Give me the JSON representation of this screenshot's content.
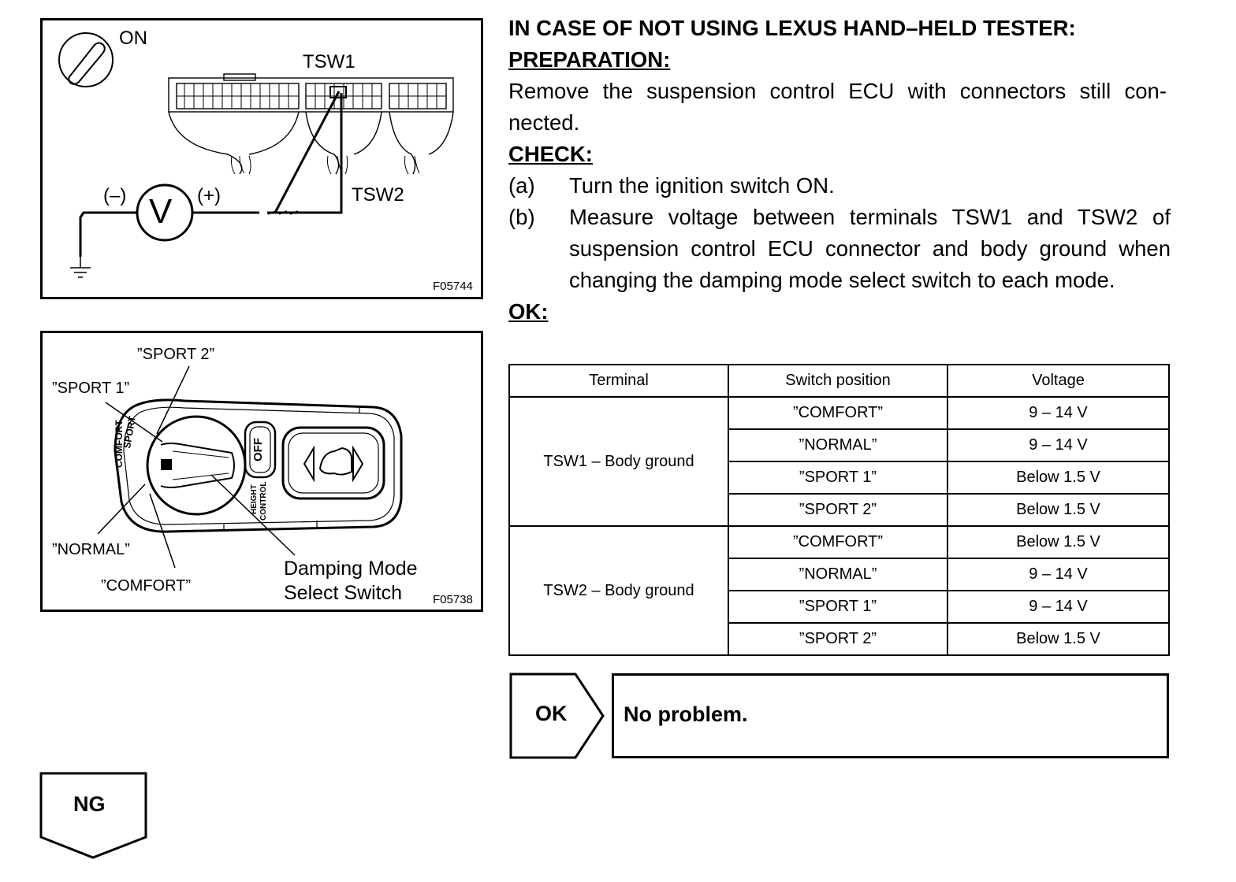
{
  "figure_connector": {
    "ignition_label": "ON",
    "tsw1_label": "TSW1",
    "tsw2_label": "TSW2",
    "minus_label": "(–)",
    "plus_label": "(+)",
    "meter_letter": "V",
    "figure_id": "F05744"
  },
  "figure_switch": {
    "sport2_label": "”SPORT 2”",
    "sport1_label": "”SPORT 1”",
    "normal_label": "”NORMAL”",
    "comfort_label": "”COMFORT”",
    "switch_name_line1": "Damping Mode",
    "switch_name_line2": "Select Switch",
    "figure_id": "F05738",
    "knob_text_comfort": "COMFORT",
    "knob_text_sport": "SPORT",
    "off_button": "OFF",
    "height_control_line1": "HEIGHT",
    "height_control_line2": "CONTROL"
  },
  "instructions": {
    "heading": "IN CASE OF NOT USING LEXUS HAND–HELD TESTER:",
    "preparation_heading": "PREPARATION:",
    "preparation_text": "Remove the suspension control ECU with connectors still con-nected.",
    "check_heading": "CHECK:",
    "step_a_label": "(a)",
    "step_a_text": "Turn the ignition switch ON.",
    "step_b_label": "(b)",
    "step_b_text": "Measure voltage between terminals TSW1 and TSW2 of suspension control ECU connector and body ground when changing the damping mode select switch to each mode.",
    "ok_heading": "OK:"
  },
  "table": {
    "headers": [
      "Terminal",
      "Switch position",
      "Voltage"
    ],
    "groups": [
      {
        "terminal": "TSW1 – Body ground",
        "rows": [
          {
            "position": "”COMFORT”",
            "voltage": "9 – 14 V"
          },
          {
            "position": "”NORMAL”",
            "voltage": "9 – 14 V"
          },
          {
            "position": "”SPORT 1”",
            "voltage": "Below 1.5 V"
          },
          {
            "position": "”SPORT 2”",
            "voltage": "Below 1.5 V"
          }
        ]
      },
      {
        "terminal": "TSW2 – Body ground",
        "rows": [
          {
            "position": "”COMFORT”",
            "voltage": "Below 1.5 V"
          },
          {
            "position": "”NORMAL”",
            "voltage": "9 – 14 V"
          },
          {
            "position": "”SPORT 1”",
            "voltage": "9 – 14 V"
          },
          {
            "position": "”SPORT 2”",
            "voltage": "Below 1.5 V"
          }
        ]
      }
    ]
  },
  "result_ok": {
    "label": "OK",
    "text": "No problem."
  },
  "result_ng": {
    "label": "NG"
  }
}
